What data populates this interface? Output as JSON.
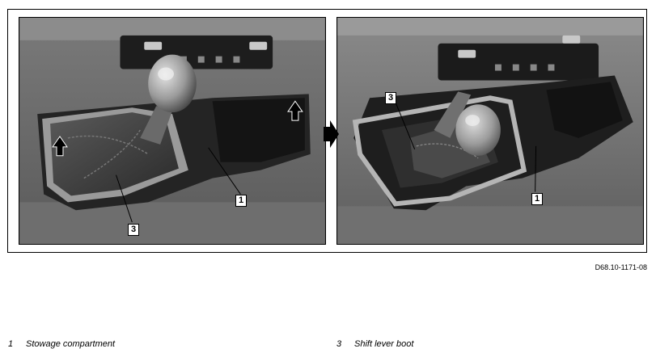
{
  "figure": {
    "id": "D68.10-1171-08",
    "left_photo": {
      "callouts": [
        "1",
        "3"
      ]
    },
    "right_photo": {
      "callouts": [
        "3",
        "1"
      ]
    }
  },
  "legend": [
    {
      "number": "1",
      "label": "Stowage compartment"
    },
    {
      "number": "3",
      "label": "Shift lever boot"
    }
  ]
}
